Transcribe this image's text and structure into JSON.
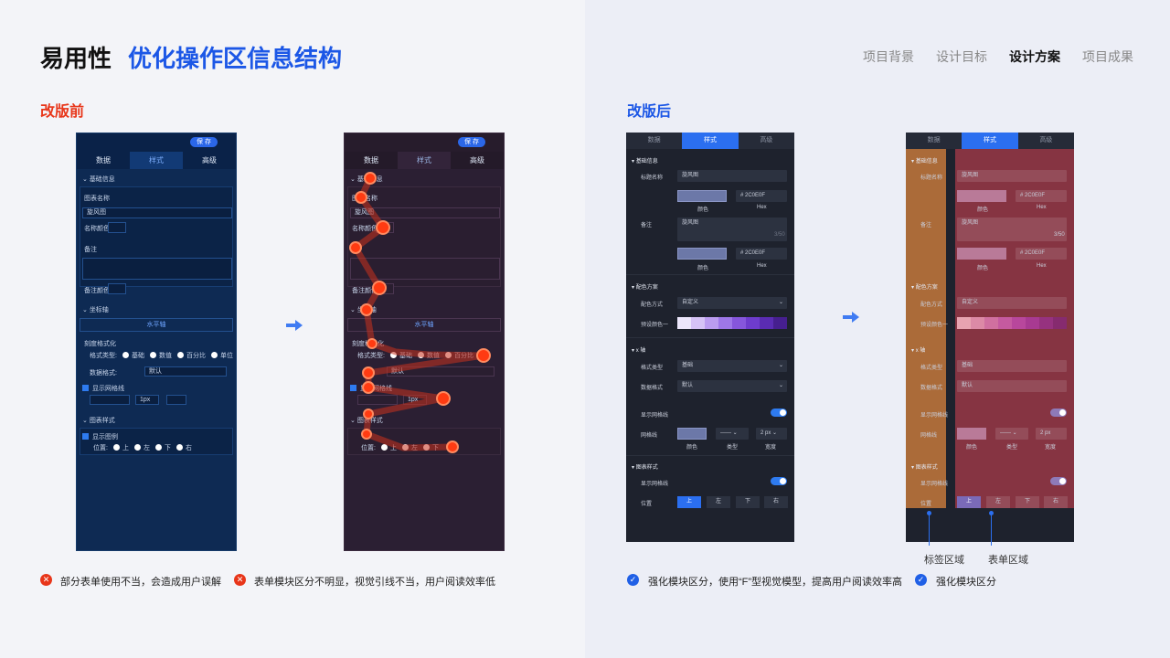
{
  "header": {
    "title_prefix": "易用性",
    "title_main": "优化操作区信息结构",
    "nav": [
      "项目背景",
      "设计目标",
      "设计方案",
      "项目成果"
    ],
    "nav_active": 2
  },
  "before": {
    "heading": "改版前",
    "panel": {
      "save": "保 存",
      "tabs": [
        "数据",
        "样式",
        "高级"
      ],
      "basic": "基础信息",
      "chart_name": "图表名称",
      "name_value": "旋风图",
      "name_color": "名称颜色",
      "remark": "备注",
      "remark_color": "备注颜色",
      "axis": "坐标轴",
      "x_axis": "水平轴",
      "tick_format": "刻度格式化",
      "format_type": "格式类型:",
      "radios": [
        "基础",
        "数值",
        "百分比",
        "单位"
      ],
      "data_format": "数据格式:",
      "default": "默认",
      "show_grid": "显示网格线",
      "px": "1px",
      "chart_style": "图表样式",
      "show_legend": "显示图例",
      "position": "位置:",
      "positions": [
        "上",
        "左",
        "下",
        "右"
      ]
    },
    "notes": [
      "部分表单使用不当，会造成用户误解",
      "表单模块区分不明显，视觉引线不当，用户阅读效率低"
    ]
  },
  "after": {
    "heading": "改版后",
    "panel": {
      "tabs": [
        "数据",
        "样式",
        "高级"
      ],
      "basic": "基础信息",
      "title_name": "标题名称",
      "title_value": "旋风图",
      "hex": "# 2C0E0F",
      "color": "颜色",
      "hex_label": "Hex",
      "remark": "备注",
      "remark_value": "旋风图",
      "count": "3/50",
      "scheme": "配色方案",
      "scheme_mode": "配色方式",
      "custom": "自定义",
      "preset": "预设颜色一",
      "x_axis": "x 轴",
      "format_type": "格式类型",
      "basic_opt": "基础",
      "data_format": "数据格式",
      "default": "默认",
      "show_grid": "显示网格线",
      "grid": "网格线",
      "grid_px": "2 px",
      "type": "类型",
      "width": "宽度",
      "chart_style": "图表样式",
      "position": "位置",
      "positions": [
        "上",
        "左",
        "下",
        "右"
      ]
    },
    "labels": [
      "标签区域",
      "表单区域"
    ],
    "notes": [
      "强化模块区分，使用“F”型视觉模型，提高用户阅读效率高",
      "强化模块区分"
    ]
  },
  "colors": {
    "accent": "#1c57e6",
    "warn": "#e8361a"
  }
}
